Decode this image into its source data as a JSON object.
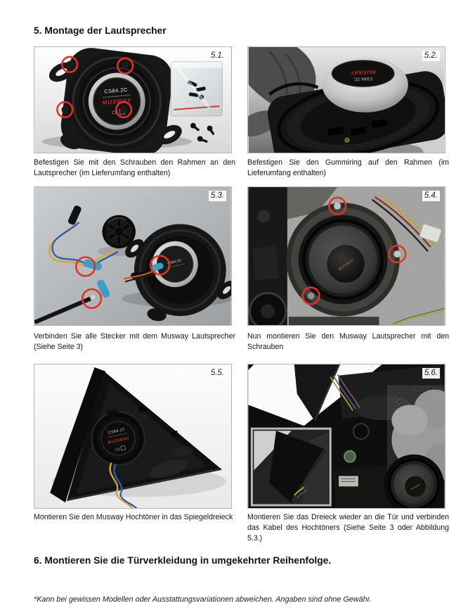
{
  "page": {
    "title": "5. Montage der Lautsprecher",
    "section_heading": "6. Montieren Sie die Türverkleidung in umgekehrter Reihenfolge.",
    "footnote": "*Kann bei gewissen Modellen oder Ausstattungsvariationen abweichen. Angaben sind ohne Gewähr."
  },
  "panels": [
    {
      "label": "5.1.",
      "caption": "Befestigen Sie mit den Schrauben den Rahmen an den Lautsprecher (im Lieferumfang enthalten)"
    },
    {
      "label": "5.2.",
      "caption": "Befestigen Sie den Gummiring auf den Rahmen (im Lieferumfang enthalten)"
    },
    {
      "label": "5.3.",
      "caption": "Verbinden Sie alle Stecker mit dem Musway Lautsprecher (Siehe Seite 3)"
    },
    {
      "label": "5.4.",
      "caption": "Nun montieren Sie den Musway Lautsprecher mit den Schrauben"
    },
    {
      "label": "5.5.",
      "caption": "Montieren Sie den Musway Hochtöner in das Spiegeldreieck"
    },
    {
      "label": "5.6.",
      "caption": "Montieren Sie das Dreieck wieder an die Tür und verbinden das Kabel des Hochtöners (Siehe Seite 3 oder Abbildung 5.3.)"
    }
  ],
  "photo_text": {
    "coax_model": "CS84.2C",
    "tweeter_model": "CS84.2T",
    "brand": "MUSWAY",
    "ce_mark": "CE"
  },
  "colors": {
    "annotation_red": "#e23128",
    "brand_red": "#c4271f",
    "wire_yellow": "#d8a82e",
    "wire_blue": "#2f5fae",
    "connector_blue": "#3e9ec2"
  }
}
